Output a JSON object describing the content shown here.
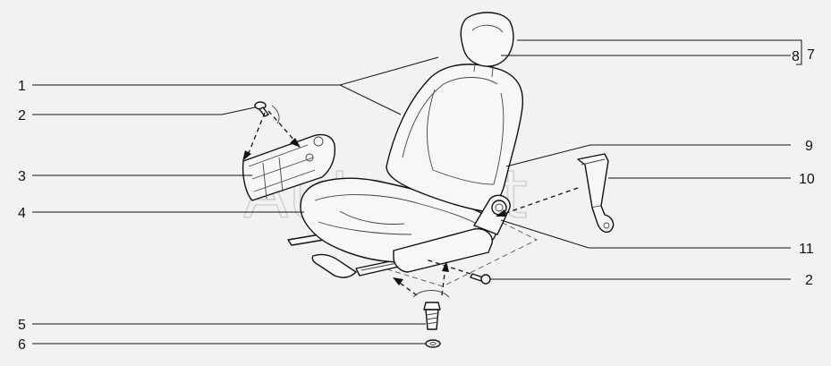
{
  "watermark": "AutoSoft",
  "callouts": {
    "c1": "1",
    "c2_left": "2",
    "c3": "3",
    "c4": "4",
    "c5": "5",
    "c6": "6",
    "c7": "7",
    "c8": "8",
    "c9": "9",
    "c10": "10",
    "c11": "11",
    "c2_right": "2"
  }
}
